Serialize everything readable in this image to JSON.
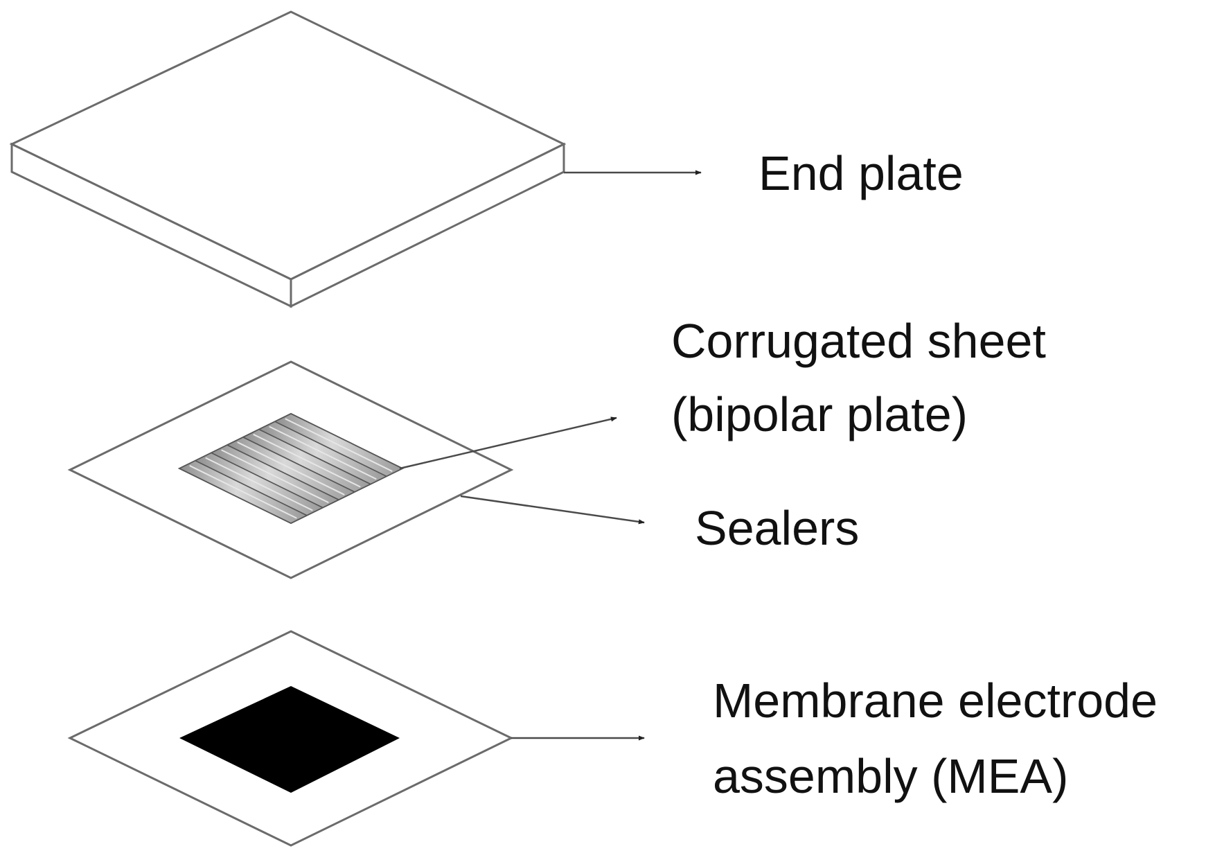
{
  "labels": {
    "end_plate": "End plate",
    "corrugated_sheet": [
      "Corrugated sheet",
      "(bipolar plate)"
    ],
    "sealers": "Sealers",
    "mea": [
      "Membrane electrode",
      "assembly (MEA)"
    ]
  },
  "colors": {
    "outline": "#6b6b6b",
    "corrugation_fill": "#a9a9a9",
    "corrugation_edge": "#555555",
    "mea_fill": "#000000"
  }
}
